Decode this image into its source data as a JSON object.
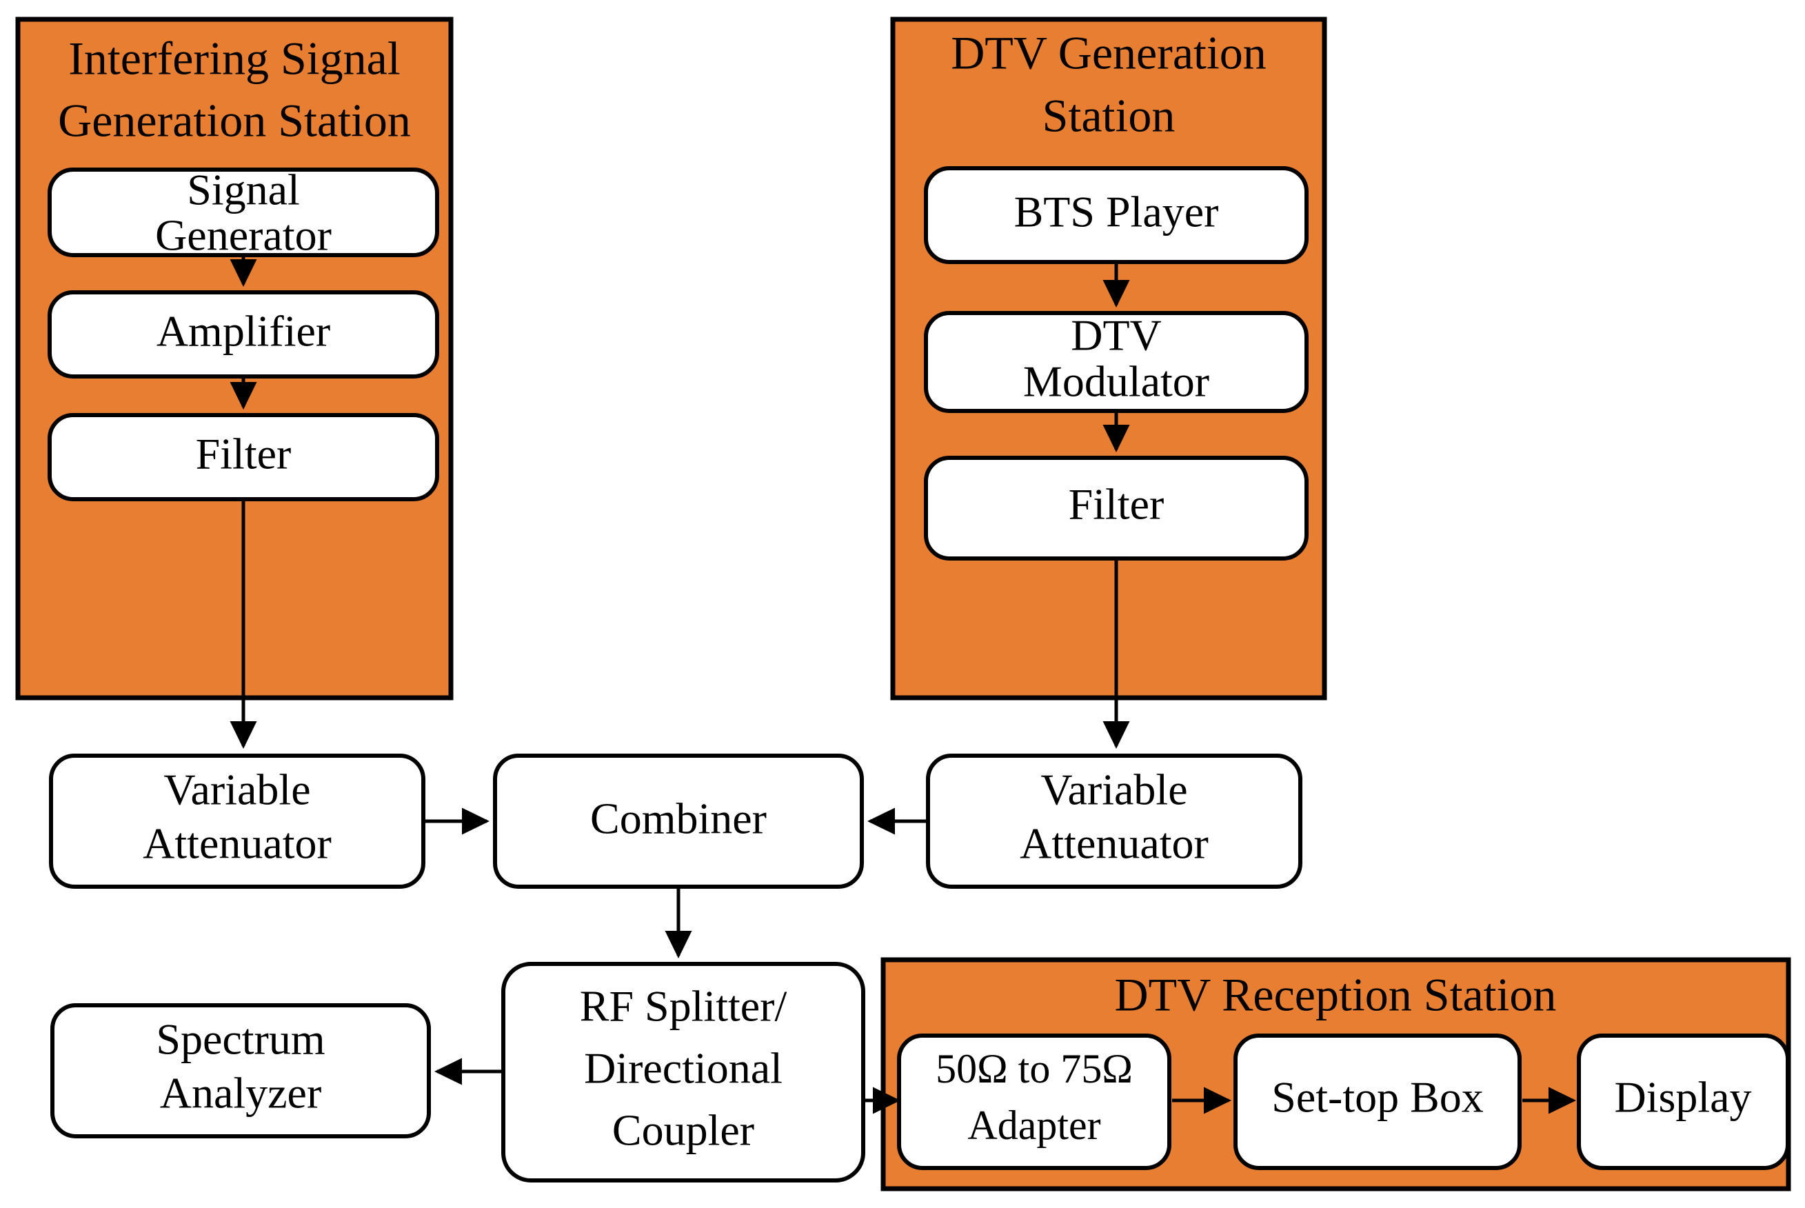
{
  "figure": {
    "type": "block-diagram",
    "title": "DTV interference measurement test setup block diagram",
    "colors": {
      "panel_fill": "#E87E32",
      "node_fill": "#FFFFFF",
      "stroke": "#000000",
      "background": "#FFFFFF"
    }
  },
  "panels": {
    "interfering": {
      "title_line1": "Interfering Signal",
      "title_line2": "Generation Station"
    },
    "dtv_generation": {
      "title_line1": "DTV Generation",
      "title_line2": "Station"
    },
    "dtv_reception": {
      "title": "DTV Reception Station"
    }
  },
  "nodes": {
    "signal_generator": {
      "line1": "Signal",
      "line2": "Generator"
    },
    "amplifier": {
      "line1": "Amplifier"
    },
    "filter_left": {
      "line1": "Filter"
    },
    "attenuator_left": {
      "line1": "Variable",
      "line2": "Attenuator"
    },
    "bts_player": {
      "line1": "BTS Player"
    },
    "dtv_modulator": {
      "line1": "DTV",
      "line2": "Modulator"
    },
    "filter_right": {
      "line1": "Filter"
    },
    "attenuator_right": {
      "line1": "Variable",
      "line2": "Attenuator"
    },
    "combiner": {
      "line1": "Combiner"
    },
    "rf_splitter": {
      "line1": "RF Splitter/",
      "line2": "Directional",
      "line3": "Coupler"
    },
    "spectrum_analyzer": {
      "line1": "Spectrum",
      "line2": "Analyzer"
    },
    "adapter": {
      "line1": "50Ω to 75Ω",
      "line2": "Adapter"
    },
    "set_top_box": {
      "line1": "Set-top Box"
    },
    "display": {
      "line1": "Display"
    }
  },
  "edges": [
    {
      "from": "signal_generator",
      "to": "amplifier",
      "direction": "down"
    },
    {
      "from": "amplifier",
      "to": "filter_left",
      "direction": "down"
    },
    {
      "from": "filter_left",
      "to": "attenuator_left",
      "direction": "down"
    },
    {
      "from": "attenuator_left",
      "to": "combiner",
      "direction": "right"
    },
    {
      "from": "bts_player",
      "to": "dtv_modulator",
      "direction": "down"
    },
    {
      "from": "dtv_modulator",
      "to": "filter_right",
      "direction": "down"
    },
    {
      "from": "filter_right",
      "to": "attenuator_right",
      "direction": "down"
    },
    {
      "from": "attenuator_right",
      "to": "combiner",
      "direction": "left"
    },
    {
      "from": "combiner",
      "to": "rf_splitter",
      "direction": "down"
    },
    {
      "from": "rf_splitter",
      "to": "spectrum_analyzer",
      "direction": "left"
    },
    {
      "from": "rf_splitter",
      "to": "adapter",
      "direction": "right"
    },
    {
      "from": "adapter",
      "to": "set_top_box",
      "direction": "right"
    },
    {
      "from": "set_top_box",
      "to": "display",
      "direction": "right"
    }
  ]
}
